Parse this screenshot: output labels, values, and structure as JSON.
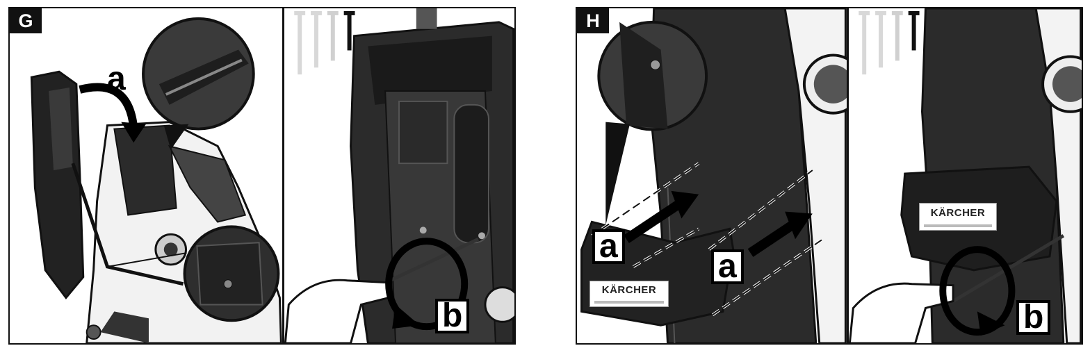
{
  "figures": [
    {
      "label": "G",
      "callouts": {
        "a": "a",
        "b": "b"
      }
    },
    {
      "label": "H",
      "callouts": {
        "a1": "a",
        "a2": "a",
        "b": "b"
      },
      "brand_front": "KÄRCHER",
      "brand_mounted": "KÄRCHER"
    }
  ],
  "colors": {
    "ink": "#111111",
    "dark_body": "#2b2b2b",
    "mid_gray": "#555555",
    "light_gray": "#d8d8d8"
  }
}
